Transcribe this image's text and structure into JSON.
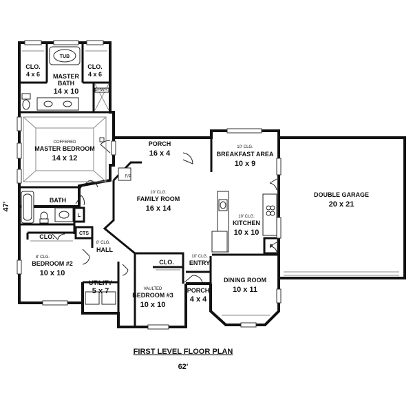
{
  "plan": {
    "title": "FIRST LEVEL FLOOR PLAN",
    "width_dim": "62'",
    "depth_dim": "47'"
  },
  "rooms": {
    "clo_left": {
      "name": "CLO.",
      "size": "4 x 6"
    },
    "clo_right": {
      "name": "CLO.",
      "size": "4 x 6"
    },
    "tub": "TUB",
    "master_bath": {
      "name_1": "MASTER",
      "name_2": "BATH",
      "size": "14 x 10"
    },
    "shwr": "SHWR",
    "master_bedroom": {
      "note": "COFFERED",
      "name": "MASTER BEDROOM",
      "size": "14 x 12"
    },
    "porch_rear": {
      "name": "PORCH",
      "size": "16 x 4"
    },
    "fp": "F/P",
    "family_room": {
      "note": "10' CLG.",
      "name": "FAMILY ROOM",
      "size": "16 x 14"
    },
    "breakfast": {
      "note": "10' CLG.",
      "name": "BREAKFAST AREA",
      "size": "10 x 9"
    },
    "kitchen": {
      "note": "10' CLG.",
      "name": "KITCHEN",
      "size": "10 x 10"
    },
    "pantry": "P",
    "garage": {
      "name": "DOUBLE GARAGE",
      "size": "20 x 21"
    },
    "bath": {
      "name": "BATH"
    },
    "linen": "L",
    "cts": "CTS",
    "hall": {
      "note": "8' CLG.",
      "name": "HALL"
    },
    "bedroom2": {
      "clo": "CLO.",
      "note": "8' CLG.",
      "name": "BEDROOM #2",
      "size": "10 x 10"
    },
    "utility": {
      "name": "UTILITY",
      "size": "5 x 7"
    },
    "bedroom3": {
      "clo": "CLO.",
      "note": "VAULTED",
      "name": "BEDROOM #3",
      "size": "10 x 10"
    },
    "entry": {
      "note": "10' CLG.",
      "name": "ENTRY"
    },
    "porch_front": {
      "name": "PORCH",
      "size": "4 x 4"
    },
    "dining": {
      "name": "DINING ROOM",
      "size": "10 x 11"
    }
  }
}
